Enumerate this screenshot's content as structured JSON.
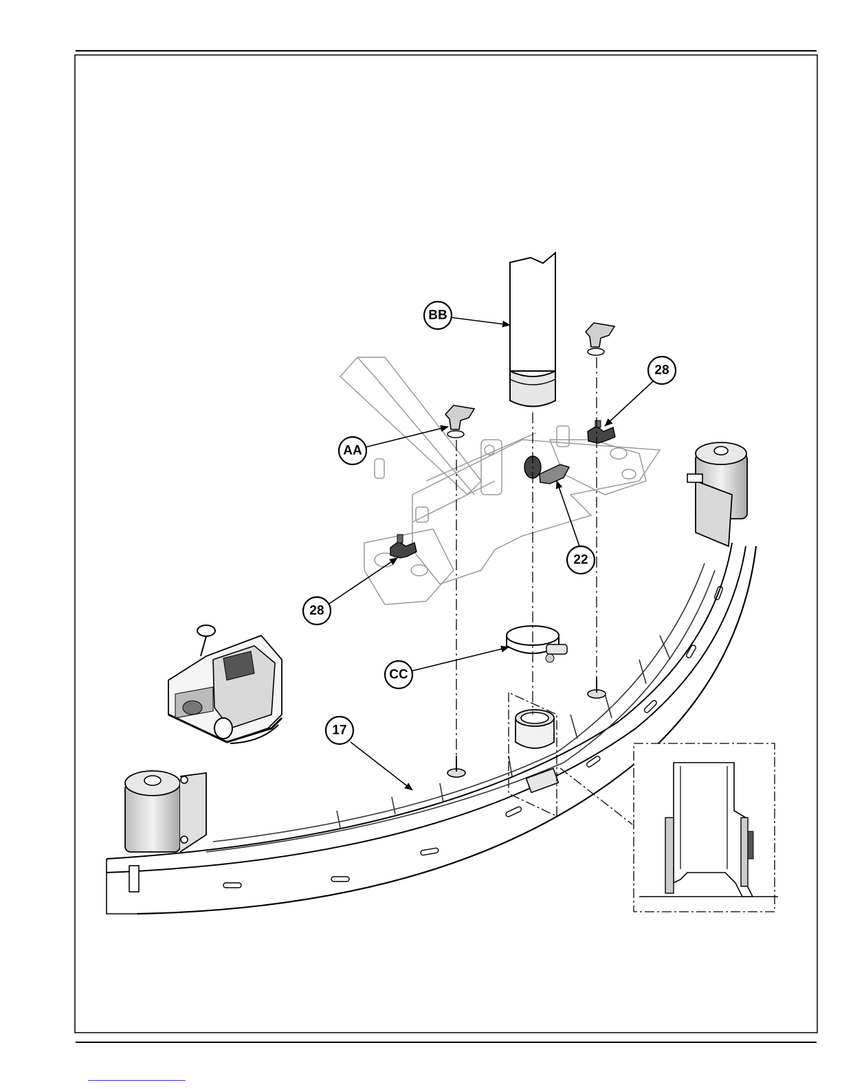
{
  "figure": {
    "callouts": {
      "bb": "BB",
      "aa": "AA",
      "cc": "CC",
      "c28_top": "28",
      "c28_left": "28",
      "c22": "22",
      "c17": "17"
    }
  }
}
